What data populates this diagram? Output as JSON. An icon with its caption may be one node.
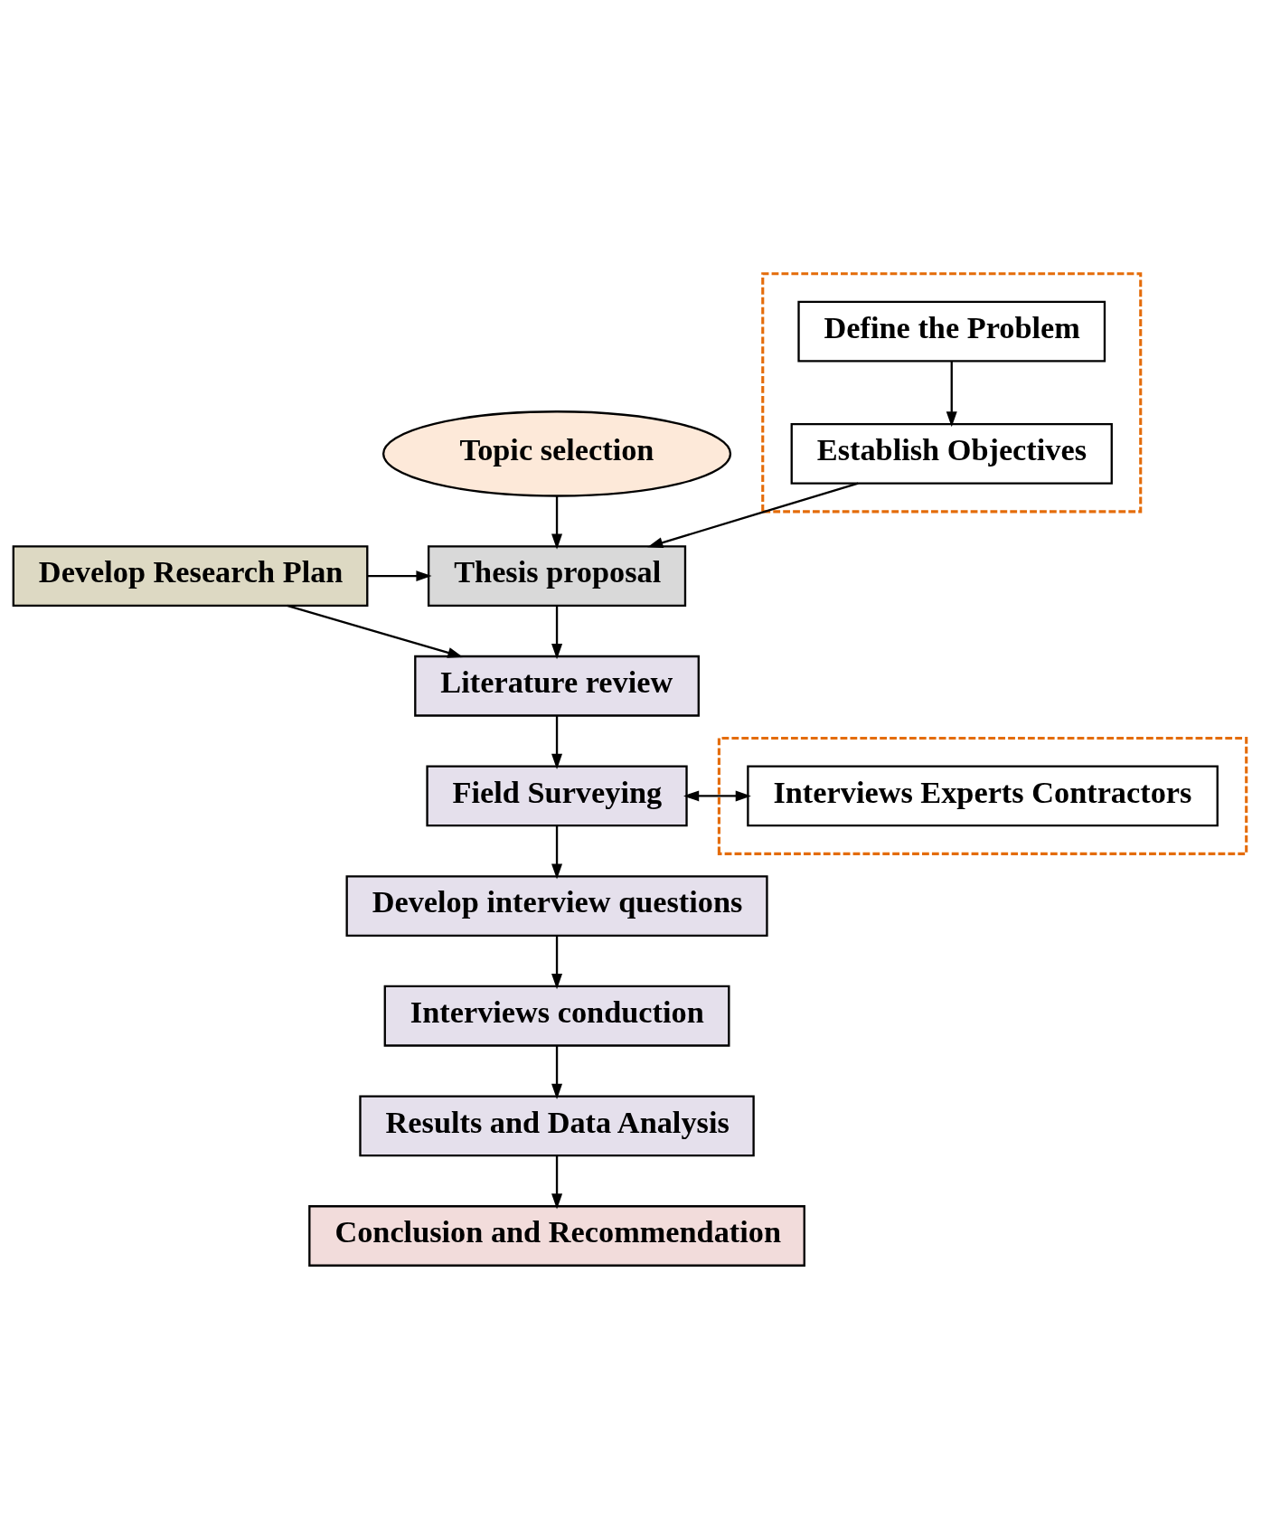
{
  "diagram": {
    "nodes": [
      {
        "text": [
          "Topic selection"
        ]
      },
      {
        "text": [
          "Develop Research Plan"
        ]
      },
      {
        "text": [
          "Thesis proposal"
        ]
      },
      {
        "text": [],
        "shape": "box"
      },
      {
        "text": [
          "Define the Problem"
        ],
        "in": 3
      },
      {
        "text": [
          "Establish Objectives"
        ],
        "in": 3
      },
      {
        "text": [
          "Literature review"
        ]
      },
      {
        "text": [
          "Field Surveying"
        ]
      },
      {
        "text": [],
        "shape": "box"
      },
      {
        "text": [
          "Interviews Experts Contractors"
        ],
        "in": 8
      },
      {
        "text": [
          "Develop interview questions"
        ]
      },
      {
        "text": [
          "Interviews conduction"
        ]
      },
      {
        "text": [
          "Results and Data Analysis"
        ]
      },
      {
        "text": [
          "Conclusion and Recommendation"
        ]
      }
    ],
    "edges": [
      {
        "from": 0,
        "to": 2,
        "arrow": "to"
      },
      {
        "from": 1,
        "to": 2,
        "arrow": "to"
      },
      {
        "from": 5,
        "to": 2,
        "arrow": "to"
      },
      {
        "from": 4,
        "to": 5,
        "arrow": "to"
      },
      {
        "from": 1,
        "to": 6,
        "arrow": "to"
      },
      {
        "from": 2,
        "to": 6,
        "arrow": "to"
      },
      {
        "from": 6,
        "to": 7,
        "arrow": "to"
      },
      {
        "from": 7,
        "to": 9,
        "arrow": "both"
      },
      {
        "from": 7,
        "to": 10,
        "arrow": "to"
      },
      {
        "from": 10,
        "to": 11,
        "arrow": "to"
      },
      {
        "from": 11,
        "to": 12,
        "arrow": "to"
      },
      {
        "from": 12,
        "to": 13,
        "arrow": "to"
      }
    ]
  }
}
